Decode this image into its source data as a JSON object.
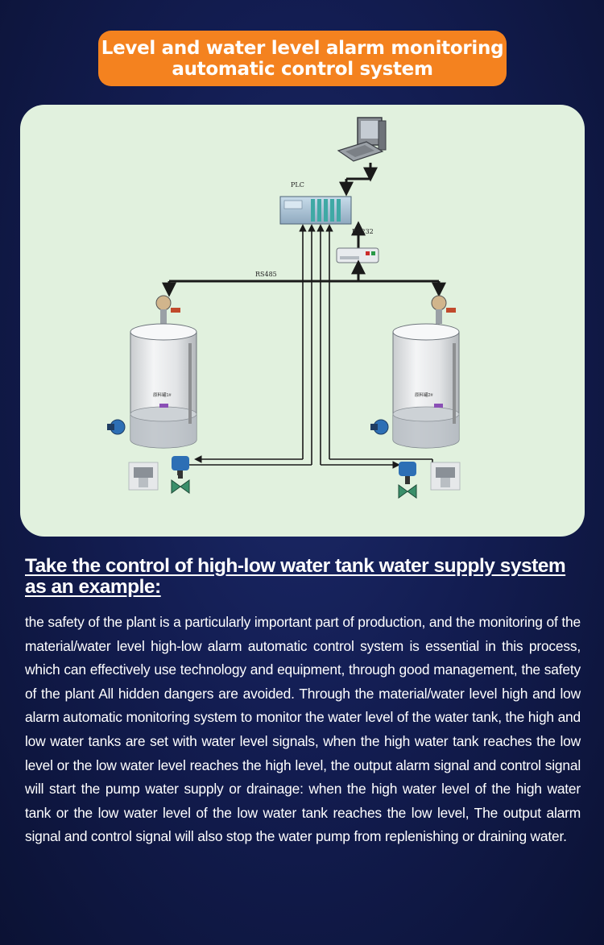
{
  "title": {
    "line1": "Level and water level alarm monitoring",
    "line2": "automatic control system"
  },
  "diagram": {
    "plc_label": "PLC",
    "rs232_label": "RS232",
    "rs485_label": "RS485",
    "tank_left_label": "原料罐1#",
    "tank_right_label": "原料罐2#",
    "colors": {
      "background": "#e1f1de",
      "line": "#1a1a1a",
      "plc": "#aec7dc"
    }
  },
  "heading": {
    "line1": "Take the control of high-low water tank water supply system",
    "line2": "as an example:"
  },
  "body": "the safety of the plant is a particularly important part of production, and the mon­itoring of the material/water level high-low alarm automatic control system is es­sential in this process, which can effectively use technology and equipment, through good management, the safety of the plant All hidden dangers are avoid­ed. Through the material/water level high and low alarm automatic monitoring system to monitor the water level of the water tank, the high and low water tanks are set with water level signals, when the high water tank reaches the low level or the low water level reaches the high level, the output alarm signal and control signal will start the pump water supply or drainage: when the high water level of the high water tank or the low water level of the low water tank reaches the low level, The output alarm signal and control signal will also stop the water pump from replenishing or draining water."
}
